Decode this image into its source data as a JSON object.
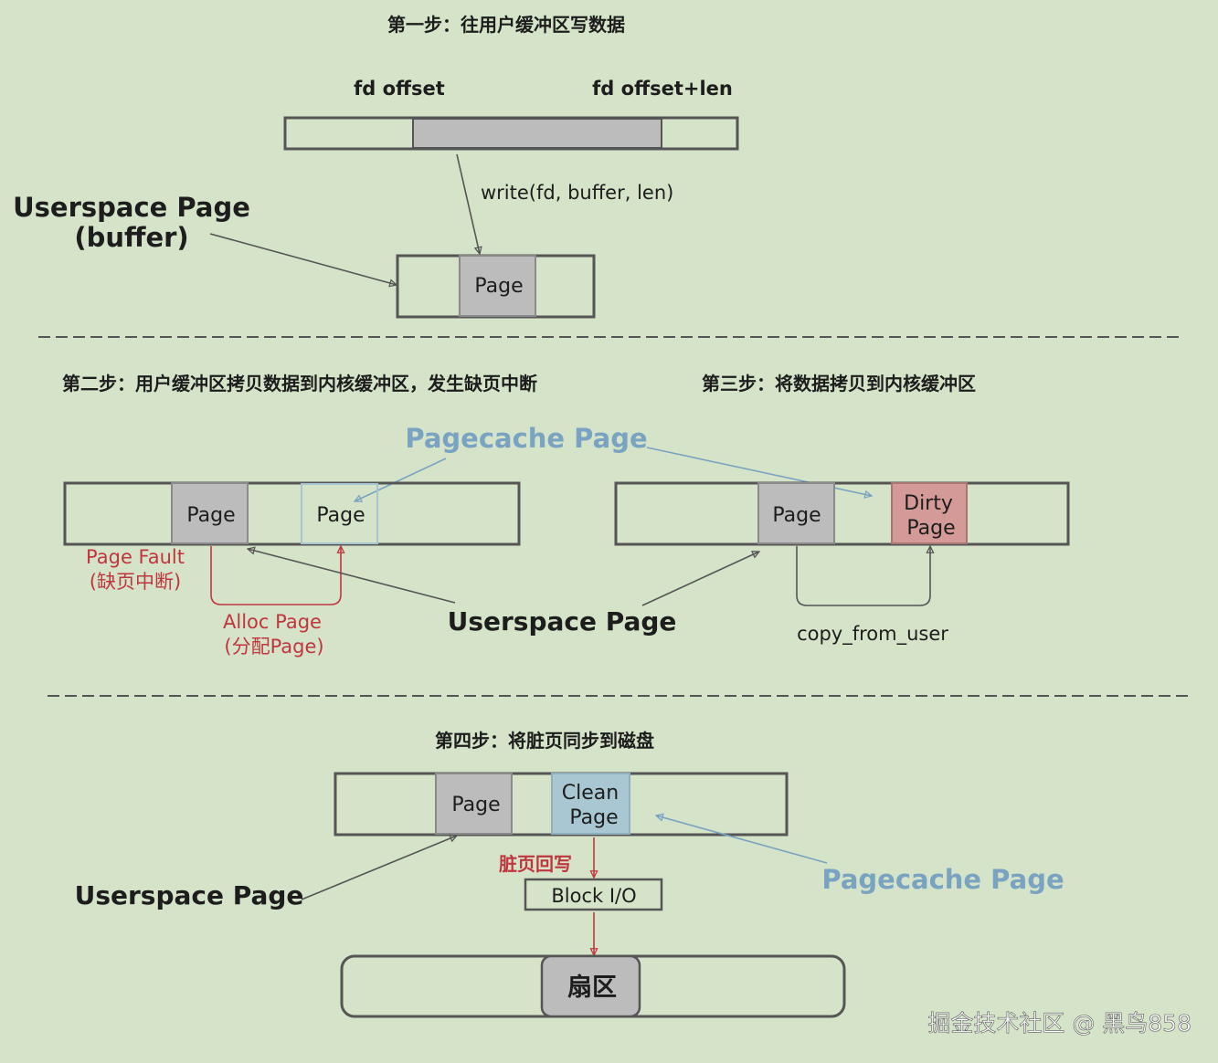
{
  "step1": {
    "title": "第一步：往用户缓冲区写数据",
    "fd_offset": "fd offset",
    "fd_offset_len": "fd offset+len",
    "write_call": "write(fd, buffer, len)",
    "userspace_line1": "Userspace Page",
    "userspace_line2": "(buffer)",
    "page": "Page"
  },
  "step2": {
    "title": "第二步：用户缓冲区拷贝数据到内核缓冲区，发生缺页中断",
    "page_left": "Page",
    "page_right": "Page",
    "page_fault_line1": "Page Fault",
    "page_fault_line2": "(缺页中断)",
    "alloc_line1": "Alloc Page",
    "alloc_line2": "(分配Page)"
  },
  "pagecache_label": "Pagecache Page",
  "userspace_label": "Userspace Page",
  "step3": {
    "title": "第三步：将数据拷贝到内核缓冲区",
    "page": "Page",
    "dirty_line1": "Dirty",
    "dirty_line2": "Page",
    "copy": "copy_from_user"
  },
  "step4": {
    "title": "第四步：将脏页同步到磁盘",
    "page": "Page",
    "clean_line1": "Clean",
    "clean_line2": "Page",
    "dirty_writeback": "脏页回写",
    "block_io": "Block I/O",
    "sector": "扇区",
    "userspace": "Userspace Page",
    "pagecache": "Pagecache Page"
  },
  "watermark": "掘金技术社区 @ 黑鸟858",
  "colors": {
    "background": "#d5e4c9",
    "page_gray": "#bcbcbc",
    "dirty_pink": "#d39a97",
    "clean_blue": "#a9c7d3",
    "annotation_red": "#c0363f",
    "pagecache_blue": "#7aa3c2"
  }
}
